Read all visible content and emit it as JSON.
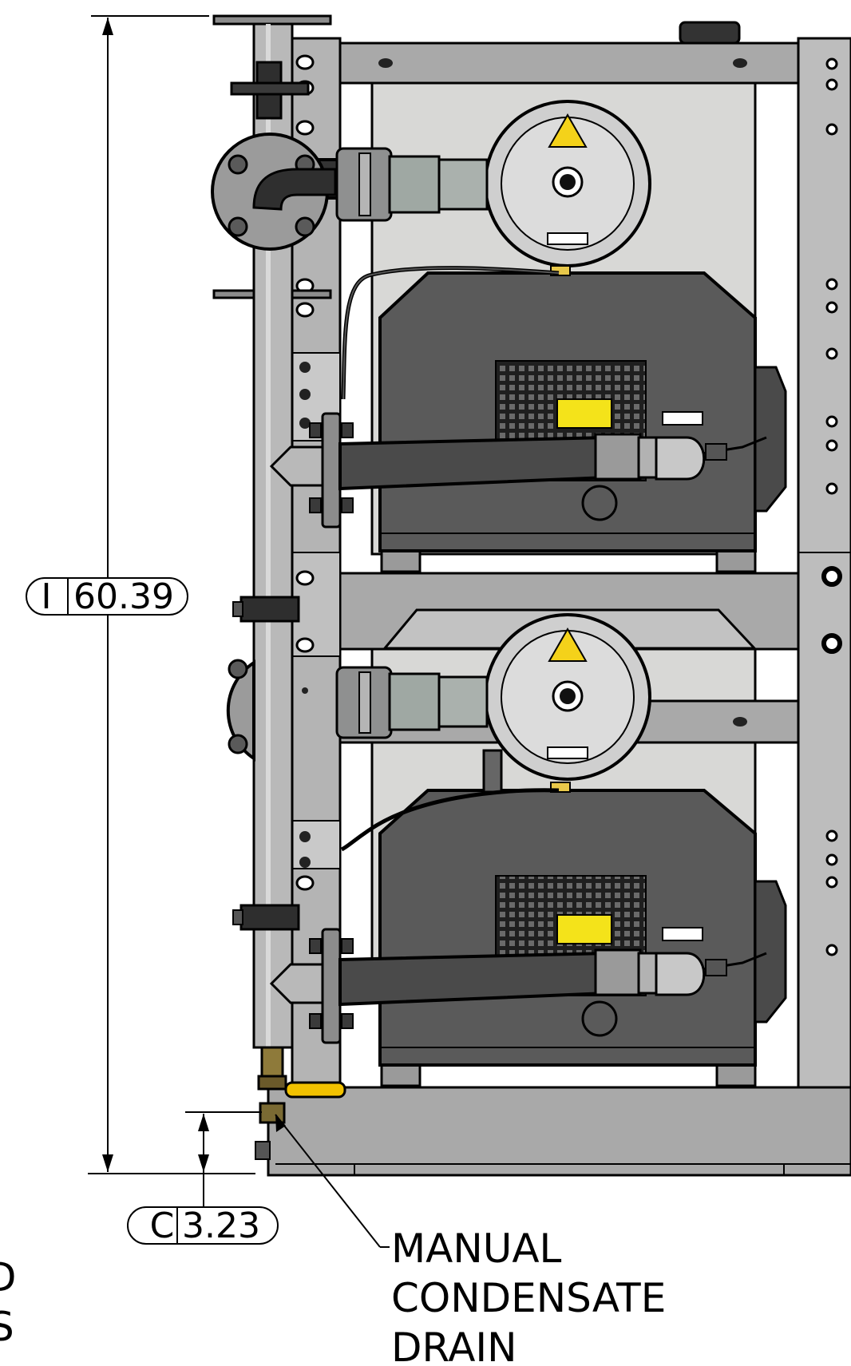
{
  "dimensions": {
    "height": {
      "letter": "I",
      "value": "60.39"
    },
    "drain_height": {
      "letter": "C",
      "value": "3.23"
    }
  },
  "callout": {
    "lines": [
      "MANUAL",
      "CONDENSATE",
      "DRAIN"
    ]
  },
  "partial_left_text": [
    "D",
    "S"
  ],
  "colors": {
    "frame": "#a9a9a9",
    "frame_dark": "#8c8c8c",
    "panel": "#d8d8d6",
    "pump_body": "#5a5a5a",
    "hose": "#4a4a4a",
    "motor": "#cfcfcf",
    "drain_handle": "#f2c200",
    "warning_label": "#f4e31a"
  }
}
